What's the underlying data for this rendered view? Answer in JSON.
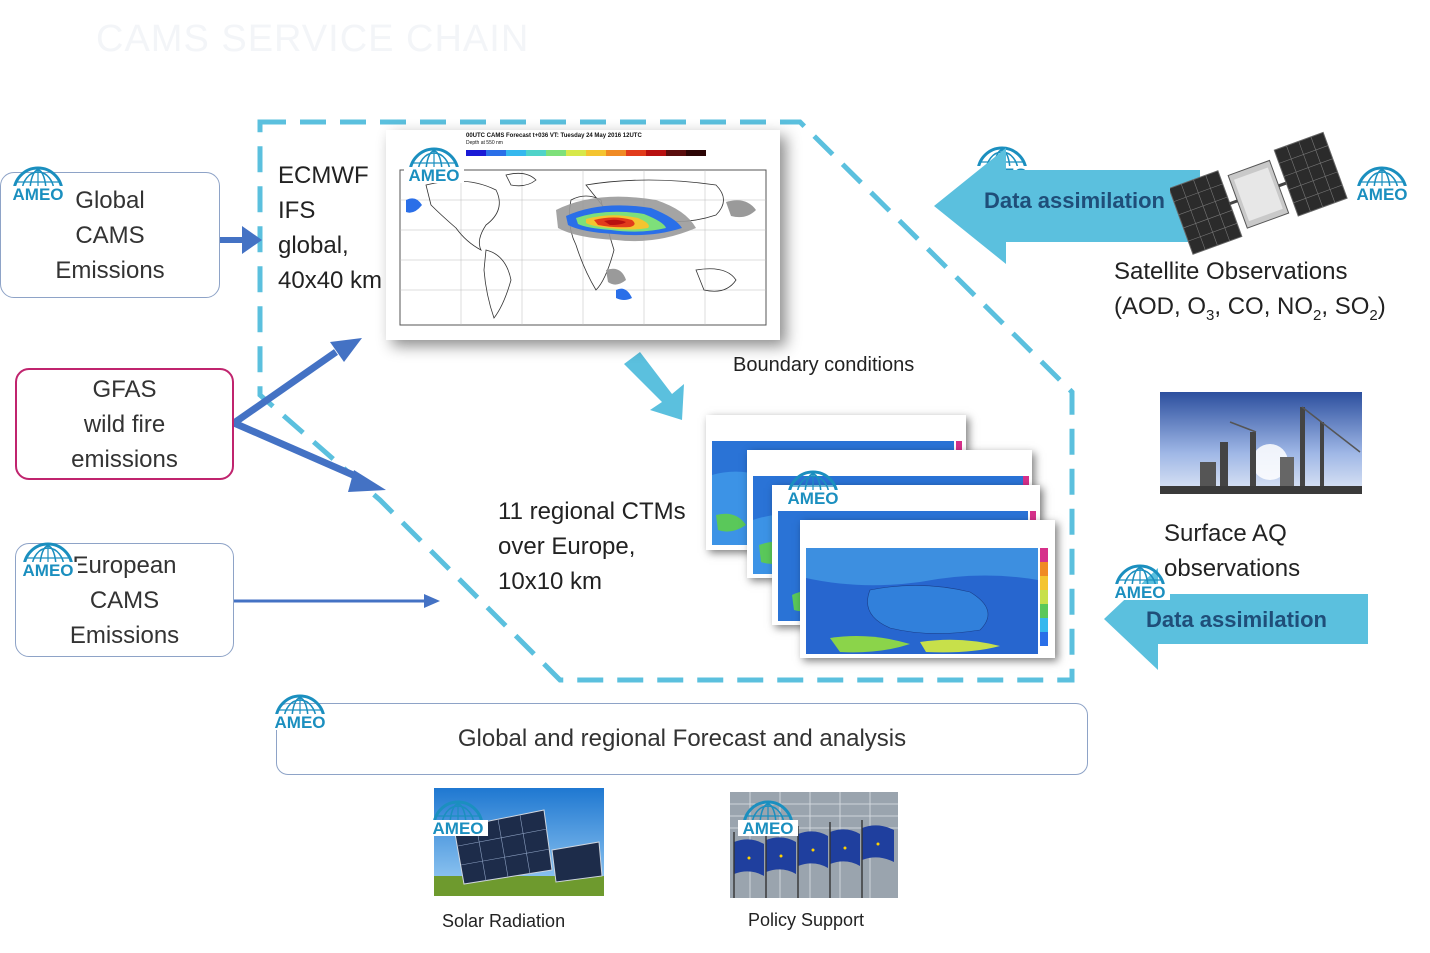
{
  "header": {
    "title": "CAMS SERVICE CHAIN"
  },
  "inputs": {
    "global_emissions": "Global\nCAMS\nEmissions",
    "gfas": "GFAS\nwild fire\nemissions",
    "european_emissions": "European\nCAMS\nEmissions"
  },
  "global_model": {
    "label": "ECMWF\nIFS\nglobal,\n40x40 km",
    "map_title": "00UTC CAMS Forecast t+036 VT: Tuesday 24 May 2016 12UTC",
    "map_subtitle": "Depth at 550 nm"
  },
  "boundary_conditions": "Boundary conditions",
  "regional_model": {
    "label": "11 regional CTMs\nover Europe,\n10x10 km"
  },
  "satellite": {
    "title": "Satellite Observations",
    "formula_prefix": "(AOD, O",
    "o_sub": "3",
    "mid1": ", CO, NO",
    "no_sub": "2",
    "mid2": ", SO",
    "so_sub": "2",
    "suffix": ")"
  },
  "surface": {
    "label": "Surface AQ\nobservations"
  },
  "data_assimilation_top": "Data assimilation",
  "data_assimilation_bottom": "Data assimilation",
  "forecast_box": "Global and regional Forecast and analysis",
  "outputs": {
    "solar": "Solar Radiation",
    "policy": "Policy Support"
  },
  "logo_text": "AMEO",
  "colors": {
    "dashed_outline": "#5bc0de",
    "arrow_dark": "#4472c4",
    "arrow_light": "#5bc0de",
    "da_text": "#1f4e79",
    "gfas_border": "#c0246e",
    "logo": "#1b8fbf"
  }
}
